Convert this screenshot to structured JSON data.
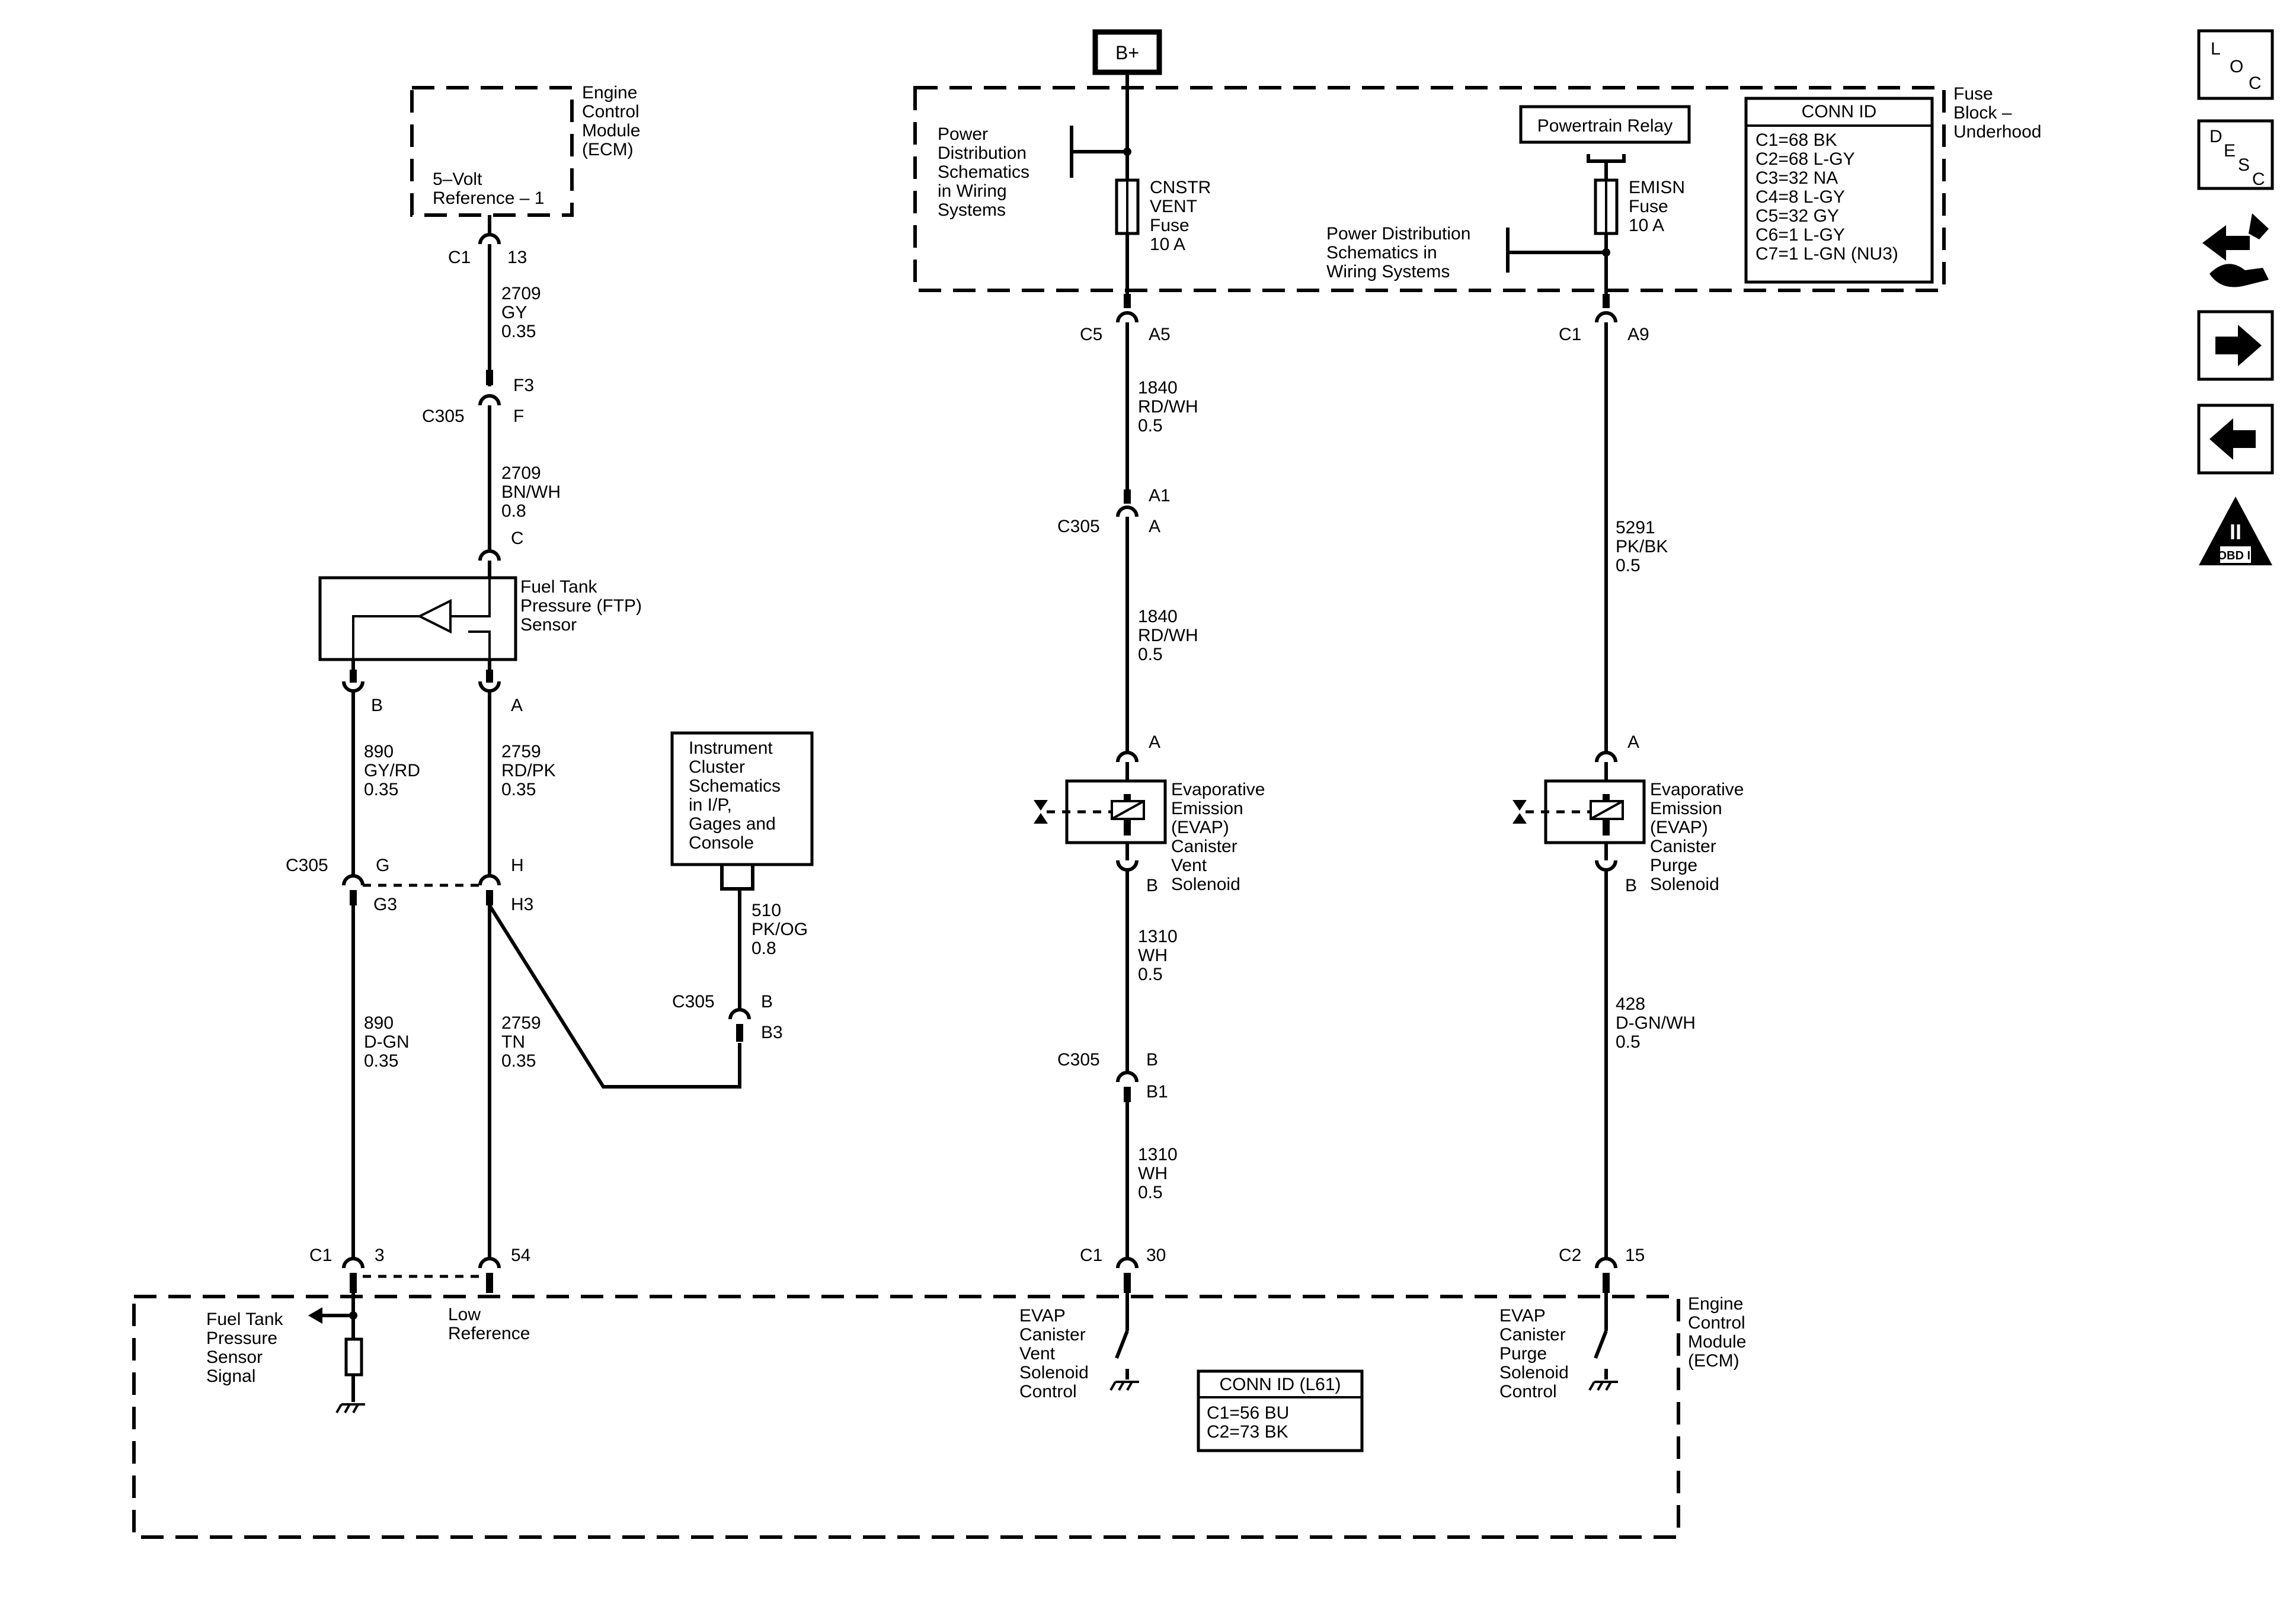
{
  "power_source": "B+",
  "fuse_block": {
    "title_lines": [
      "Fuse",
      "Block –",
      "Underhood"
    ],
    "power_dist_left_lines": [
      "Power",
      "Distribution",
      "Schematics",
      "in Wiring",
      "Systems"
    ],
    "power_dist_right_lines": [
      "Power Distribution",
      "Schematics in",
      "Wiring Systems"
    ],
    "vent_fuse_lines": [
      "CNSTR",
      "VENT",
      "Fuse",
      "10 A"
    ],
    "emisn_fuse_lines": [
      "EMISN",
      "Fuse",
      "10 A"
    ],
    "powertrain_relay": "Powertrain Relay",
    "conn_id_title": "CONN ID",
    "conn_id_rows": [
      "C1=68 BK",
      "C2=68 L-GY",
      "C3=32 NA",
      "C4=8 L-GY",
      "C5=32 GY",
      "C6=1 L-GY",
      "C7=1 L-GN (NU3)"
    ]
  },
  "ecm_top": {
    "title_lines": [
      "Engine",
      "Control",
      "Module",
      "(ECM)"
    ],
    "ref_lines": [
      "5–Volt",
      "Reference – 1"
    ],
    "conn": "C1",
    "pin": "13"
  },
  "wire_2709_gy": [
    "2709",
    "GY",
    "0.35"
  ],
  "wire_2709_bnwh": [
    "2709",
    "BN/WH",
    "0.8"
  ],
  "c305_f": {
    "conn": "C305",
    "top": "F3",
    "bottom": "F"
  },
  "ftp_sensor": {
    "label_lines": [
      "Fuel Tank",
      "Pressure (FTP)",
      "Sensor"
    ],
    "pin_top": "C",
    "pin_b": "B",
    "pin_a": "A"
  },
  "wire_890_gyrd": [
    "890",
    "GY/RD",
    "0.35"
  ],
  "wire_2759_rdpk": [
    "2759",
    "RD/PK",
    "0.35"
  ],
  "c305_gh": {
    "conn": "C305",
    "g": "G",
    "g3": "G3",
    "h": "H",
    "h3": "H3"
  },
  "wire_890_dgn": [
    "890",
    "D-GN",
    "0.35"
  ],
  "wire_2759_tn": [
    "2759",
    "TN",
    "0.35"
  ],
  "instrument_cluster_lines": [
    "Instrument",
    "Cluster",
    "Schematics",
    "in I/P,",
    "Gages and",
    "Console"
  ],
  "wire_510": [
    "510",
    "PK/OG",
    "0.8"
  ],
  "c305_b3": {
    "conn": "C305",
    "b": "B",
    "b3": "B3"
  },
  "vent_circuit": {
    "c5": "C5",
    "a5": "A5",
    "wire_1840_a": [
      "1840",
      "RD/WH",
      "0.5"
    ],
    "c305": "C305",
    "a1": "A1",
    "a": "A",
    "wire_1840_b": [
      "1840",
      "RD/WH",
      "0.5"
    ],
    "sol_pin_a": "A",
    "sol_pin_b": "B",
    "solenoid_lines": [
      "Evaporative",
      "Emission",
      "(EVAP)",
      "Canister",
      "Vent",
      "Solenoid"
    ],
    "wire_1310_a": [
      "1310",
      "WH",
      "0.5"
    ],
    "c305_b": "C305",
    "b": "B",
    "b1": "B1",
    "wire_1310_b": [
      "1310",
      "WH",
      "0.5"
    ],
    "ecm_conn": "C1",
    "ecm_pin": "30"
  },
  "purge_circuit": {
    "c1": "C1",
    "a9": "A9",
    "wire_5291": [
      "5291",
      "PK/BK",
      "0.5"
    ],
    "sol_pin_a": "A",
    "sol_pin_b": "B",
    "solenoid_lines": [
      "Evaporative",
      "Emission",
      "(EVAP)",
      "Canister",
      "Purge",
      "Solenoid"
    ],
    "wire_428": [
      "428",
      "D-GN/WH",
      "0.5"
    ],
    "ecm_conn": "C2",
    "ecm_pin": "15"
  },
  "ecm_bottom": {
    "conn_left": "C1",
    "pin_3": "3",
    "pin_54": "54",
    "title_lines": [
      "Engine",
      "Control",
      "Module",
      "(ECM)"
    ],
    "ftp_signal_lines": [
      "Fuel Tank",
      "Pressure",
      "Sensor",
      "Signal"
    ],
    "low_ref_lines": [
      "Low",
      "Reference"
    ],
    "vent_ctrl_lines": [
      "EVAP",
      "Canister",
      "Vent",
      "Solenoid",
      "Control"
    ],
    "purge_ctrl_lines": [
      "EVAP",
      "Canister",
      "Purge",
      "Solenoid",
      "Control"
    ],
    "conn_id_title": "CONN ID (L61)",
    "conn_id_rows": [
      "C1=56 BU",
      "C2=73 BK"
    ]
  },
  "nav": {
    "loc": [
      "L",
      "O",
      "C"
    ],
    "desc": [
      "D",
      "E",
      "S",
      "C"
    ],
    "obd_numeral": "II",
    "obd_label": "OBD II"
  }
}
